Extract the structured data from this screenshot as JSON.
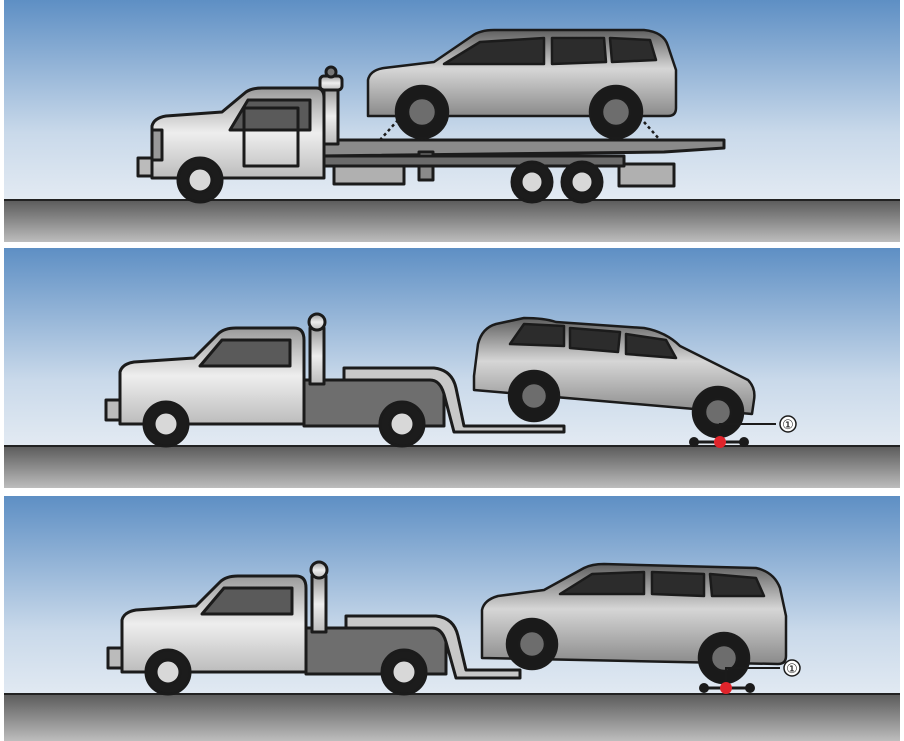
{
  "panels": [
    {
      "id": "flatbed",
      "callout": null
    },
    {
      "id": "wheel-lift-front",
      "callout": "①"
    },
    {
      "id": "wheel-lift-rear",
      "callout": "①"
    }
  ],
  "colors": {
    "sky_top": "#5e8fc4",
    "sky_bottom": "#eef2f6",
    "road": "#7d7d7d",
    "truck_body": "#cfcfcf",
    "truck_dark": "#6b6b6b",
    "car_body": "#a9a9a9",
    "dolly_marker": "#e0242b"
  },
  "icons": [
    "tow-truck-icon",
    "suv-icon",
    "wheel-dolly-icon"
  ]
}
